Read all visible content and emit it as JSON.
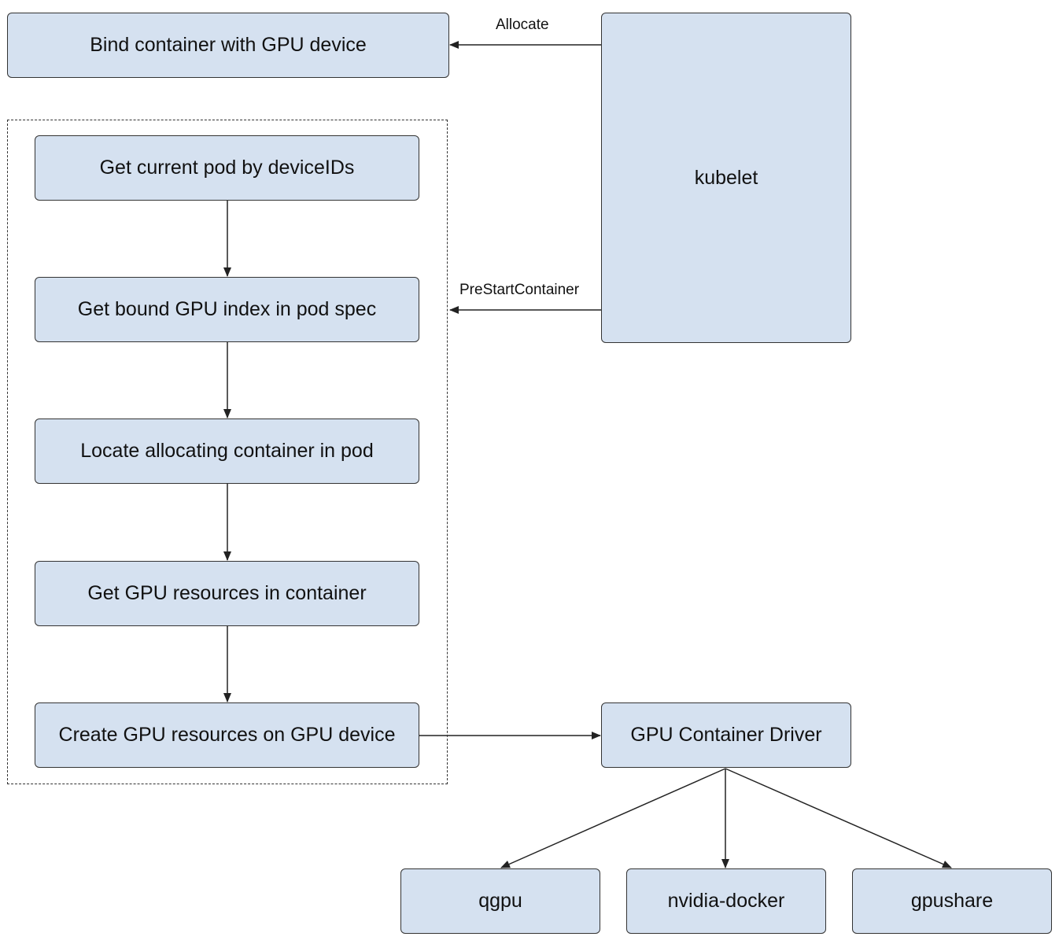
{
  "nodes": {
    "bind": "Bind container with GPU device",
    "kubelet": "kubelet",
    "get_pod": "Get current pod by deviceIDs",
    "get_index": "Get bound GPU index in pod spec",
    "locate": "Locate allocating container in pod",
    "get_res": "Get GPU resources in container",
    "create_res": "Create GPU resources on GPU device",
    "driver": "GPU Container Driver",
    "qgpu": "qgpu",
    "nvidia": "nvidia-docker",
    "gpushare": "gpushare"
  },
  "edges": {
    "allocate": "Allocate",
    "prestart": "PreStartContainer"
  },
  "colors": {
    "node_fill": "#d5e1f0",
    "stroke": "#333333"
  }
}
